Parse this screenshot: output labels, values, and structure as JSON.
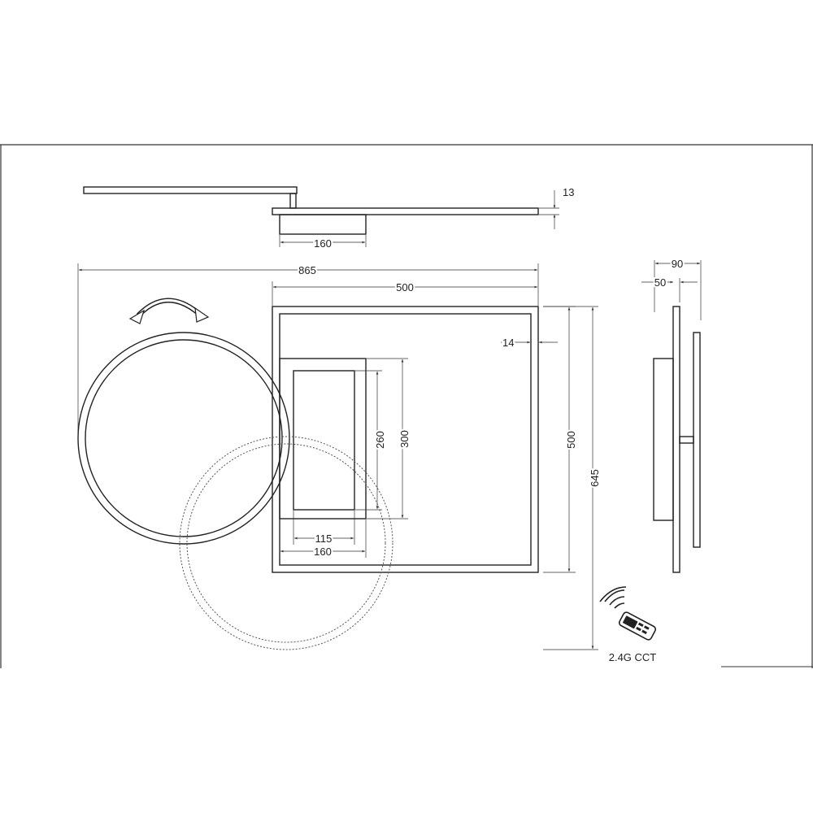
{
  "dimensions": {
    "top_thickness": "13",
    "top_housing_width": "160",
    "overall_width": "865",
    "panel_width": "500",
    "frame_width": "14",
    "inner_height": "260",
    "housing_height": "300",
    "panel_height": "500",
    "overall_height": "645",
    "inner_width": "115",
    "housing_width": "160",
    "side_depth": "90",
    "side_body_depth": "50"
  },
  "remote": {
    "label": "2.4G CCT"
  },
  "icons": {
    "rotate": "rotate-arrows-icon",
    "remote": "remote-control-icon",
    "signal": "wireless-signal-icon"
  },
  "colors": {
    "line": "#222222",
    "background": "#ffffff"
  }
}
